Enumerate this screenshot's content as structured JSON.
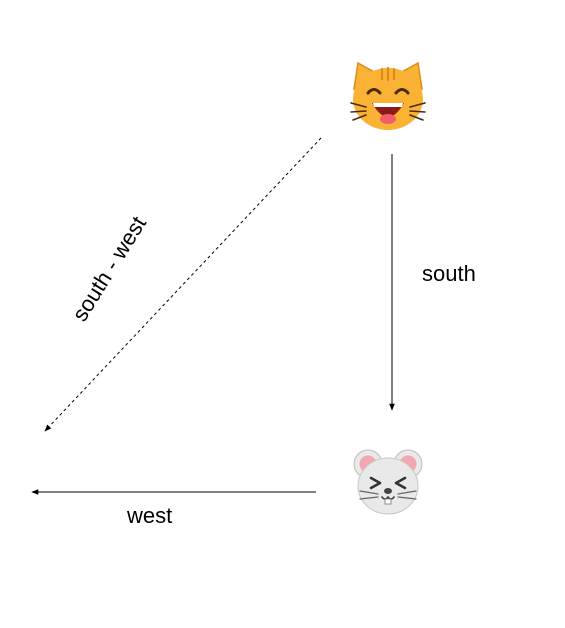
{
  "labels": {
    "south": "south",
    "west": "west",
    "south_west": "south - west"
  },
  "icons": {
    "cat": "grinning-cat-face-with-smiling-eyes",
    "mouse": "mouse-face"
  },
  "colors": {
    "cat_fill": "#F9B233",
    "cat_stripes": "#E08A1A",
    "mouth": "#8B1A1A",
    "tongue": "#F25C6B",
    "mouse_fill": "#E9E9E9",
    "mouse_ear_inner": "#F4A6B2",
    "arrow": "#000000"
  }
}
